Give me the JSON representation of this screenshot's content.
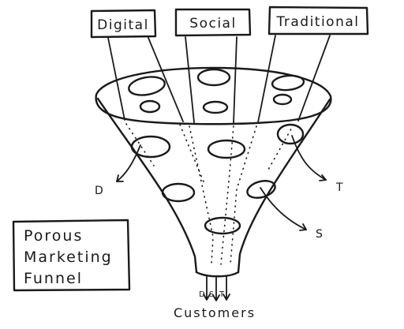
{
  "channels": [
    {
      "id": "digital",
      "label": "Digital"
    },
    {
      "id": "social",
      "label": "Social"
    },
    {
      "id": "traditional",
      "label": "Traditional"
    }
  ],
  "outflows": [
    {
      "id": "digital",
      "label": "D"
    },
    {
      "id": "traditional",
      "label": "T"
    },
    {
      "id": "social",
      "label": "S"
    }
  ],
  "exit_labels": [
    "D",
    "S",
    "T"
  ],
  "output_label": "Customers",
  "title": {
    "line1": "Porous",
    "line2": "Marketing",
    "line3": "Funnel"
  }
}
